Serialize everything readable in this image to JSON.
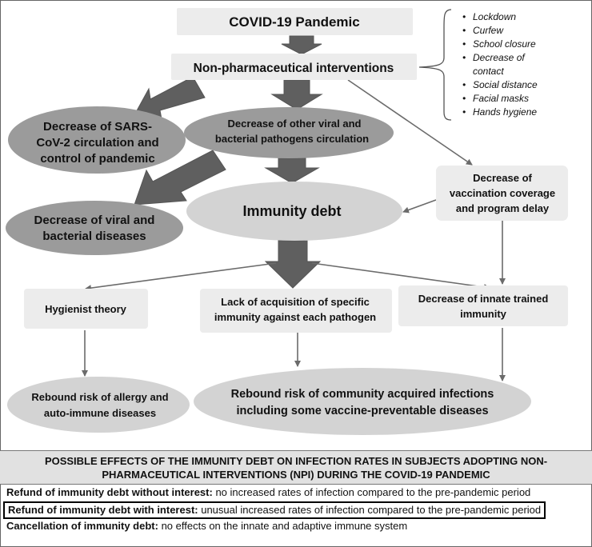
{
  "nodes": {
    "pandemic": "COVID-19 Pandemic",
    "npi": "Non-pharmaceutical interventions",
    "sars_line1": "Decrease of SARS-",
    "sars_line2": "CoV-2 circulation and",
    "sars_line3": "control of pandemic",
    "other_line1": "Decrease of other viral and",
    "other_line2": "bacterial  pathogens circulation",
    "vacc_line1": "Decrease of",
    "vacc_line2": "vaccination coverage",
    "vacc_line3": "and program delay",
    "debt": "Immunity debt",
    "viral_line1": "Decrease of viral and",
    "viral_line2": "bacterial diseases",
    "hygienist": "Hygienist theory",
    "lack_line1": "Lack of acquisition of specific",
    "lack_line2": "immunity against each pathogen",
    "innate_line1": "Decrease of innate trained",
    "innate_line2": "immunity",
    "allergy_line1": "Rebound risk of allergy and",
    "allergy_line2": "auto-immune diseases",
    "community_line1": "Rebound risk of community acquired infections",
    "community_line2": "including some vaccine-preventable diseases"
  },
  "interventions": [
    "Lockdown",
    "Curfew",
    "School closure",
    "Decrease of",
    "contact",
    "Social distance",
    "Facial masks",
    "Hands hygiene"
  ],
  "legend": {
    "title_line1": "POSSIBLE EFFECTS OF THE IMMUNITY DEBT ON INFECTION RATES IN SUBJECTS ADOPTING NON-",
    "title_line2": "PHARMACEUTICAL INTERVENTIONS (NPI) DURING THE COVID-19 PANDEMIC",
    "rows": [
      {
        "term": "Refund of immunity debt without interest:",
        "desc": " no increased rates of infection compared to the pre-pandemic period"
      },
      {
        "term": "Refund of immunity debt with interest:",
        "desc": " unusual increased rates of infection compared to the pre-pandemic period"
      },
      {
        "term": "Cancellation of immunity debt:",
        "desc": " no effects on the innate and adaptive immune system"
      }
    ]
  },
  "colors": {
    "node_fill": "#ececec",
    "oval_fill": "#d3d3d3",
    "dark_oval_fill": "#9b9b9b",
    "arrow": "#5f5f5f",
    "legend_band": "#e1e1e1"
  }
}
